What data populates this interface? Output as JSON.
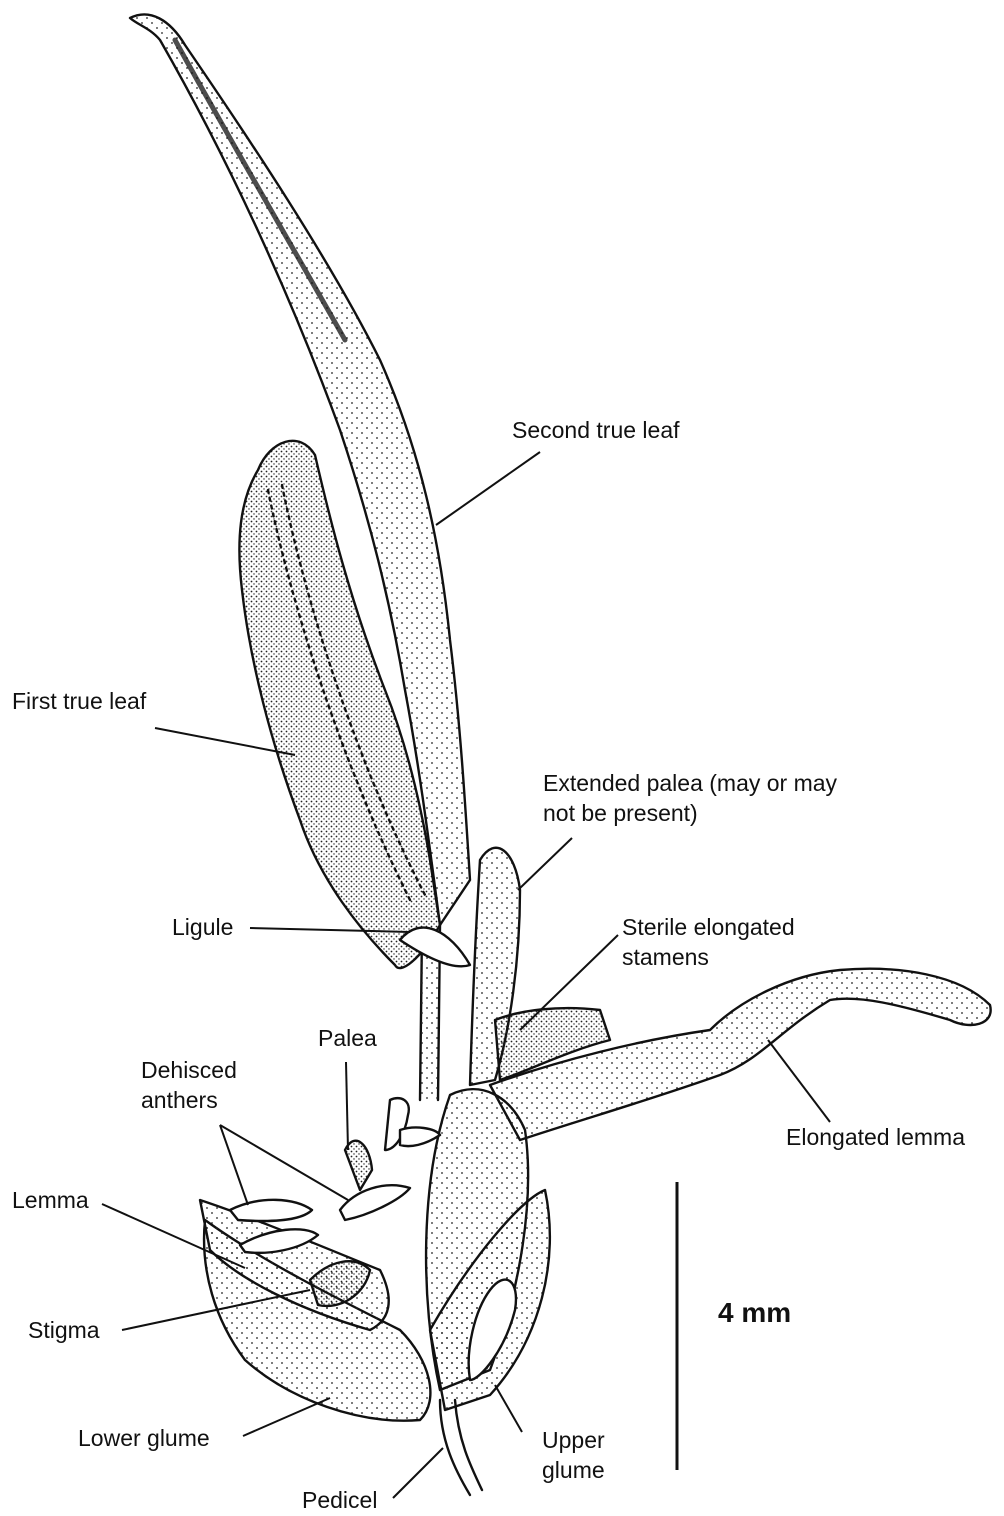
{
  "labels": {
    "second_true_leaf": "Second true leaf",
    "first_true_leaf": "First true leaf",
    "extended_palea": "Extended palea (may or may\nnot be present)",
    "ligule": "Ligule",
    "sterile_stamens": "Sterile elongated\nstamens",
    "palea": "Palea",
    "dehisced_anthers": "Dehisced\nanthers",
    "elongated_lemma": "Elongated lemma",
    "lemma": "Lemma",
    "stigma": "Stigma",
    "lower_glume": "Lower glume",
    "upper_glume": "Upper\nglume",
    "pedicel": "Pedicel"
  },
  "scale_bar": {
    "label": "4 mm"
  },
  "colors": {
    "ink": "#111111",
    "paper": "#ffffff"
  }
}
